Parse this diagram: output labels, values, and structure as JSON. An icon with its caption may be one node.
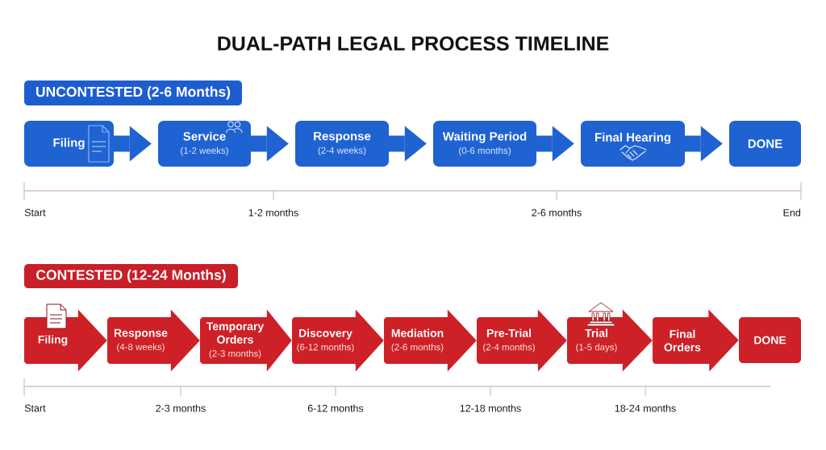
{
  "diagram": {
    "title": "DUAL-PATH LEGAL PROCESS TIMELINE",
    "nodes": [
      {
        "text": [
          "UNCONTESTED (2-6 Months)"
        ]
      },
      {
        "text": [
          "Filing"
        ]
      },
      {
        "text": [
          "Service",
          "(1-2 weeks)"
        ]
      },
      {
        "text": [
          "Response",
          "(2-4 weeks)"
        ]
      },
      {
        "text": [
          "Waiting Period",
          "(0-6 months)"
        ]
      },
      {
        "text": [
          "Final Hearing"
        ]
      },
      {
        "text": [
          "DONE"
        ]
      },
      {
        "text": [
          "CONTESTED (12-24 Months)"
        ]
      },
      {
        "text": [
          "Filing"
        ]
      },
      {
        "text": [
          "Response",
          "(4-8 weeks)"
        ]
      },
      {
        "text": [
          "Temporary Orders",
          "(2-3 months)"
        ]
      },
      {
        "text": [
          "Discovery",
          "(6-12 months)"
        ]
      },
      {
        "text": [
          "Mediation",
          "(2-6 months)"
        ]
      },
      {
        "text": [
          "Pre-Trial",
          "(2-4 months)"
        ]
      },
      {
        "text": [
          "Trial",
          "(1-5 days)"
        ]
      },
      {
        "text": [
          "Final Orders"
        ]
      },
      {
        "text": [
          "DONE"
        ]
      }
    ],
    "edges": [
      {
        "from": 1,
        "to": 2,
        "arrow": "to",
        "color": "#1f63d2"
      },
      {
        "from": 2,
        "to": 3,
        "arrow": "to",
        "color": "#1f63d2"
      },
      {
        "from": 3,
        "to": 4,
        "arrow": "to",
        "color": "#1f63d2"
      },
      {
        "from": 4,
        "to": 5,
        "arrow": "to",
        "color": "#1f63d2"
      },
      {
        "from": 5,
        "to": 6,
        "arrow": "to",
        "color": "#1f63d2"
      },
      {
        "from": 8,
        "to": 9,
        "arrow": "to"
      },
      {
        "from": 9,
        "to": 10,
        "arrow": "to"
      },
      {
        "from": 10,
        "to": 11,
        "arrow": "to"
      },
      {
        "from": 11,
        "to": 12,
        "arrow": "to"
      },
      {
        "from": 12,
        "to": 13,
        "arrow": "to"
      },
      {
        "from": 13,
        "to": 14,
        "arrow": "to"
      },
      {
        "from": 14,
        "to": 15,
        "arrow": "to"
      },
      {
        "from": 15,
        "to": 16,
        "arrow": "to"
      }
    ],
    "labels": [
      "Start",
      "1-2 months",
      "2-6 months",
      "End",
      "Start",
      "2-3 months",
      "6-12 months",
      "12-18 months",
      "18-24 months"
    ]
  }
}
